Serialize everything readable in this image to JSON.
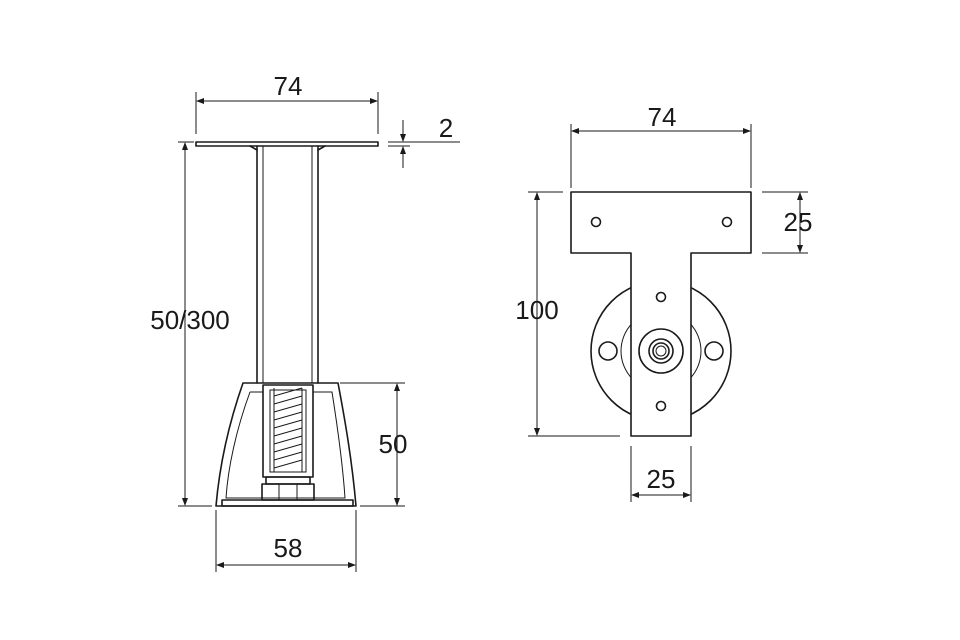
{
  "colors": {
    "line": "#1a1a1a",
    "background": "#ffffff"
  },
  "side_view": {
    "dims": {
      "top_width": "74",
      "plate_thickness": "2",
      "height": "50/300",
      "base_height": "50",
      "base_width": "58"
    }
  },
  "front_view": {
    "dims": {
      "top_width": "74",
      "top_height": "25",
      "height": "100",
      "stem_width": "25"
    }
  }
}
